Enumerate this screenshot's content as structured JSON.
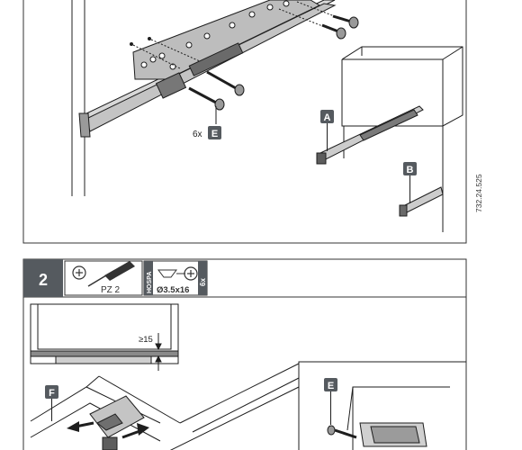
{
  "step1": {
    "label_A": "A",
    "label_B": "B",
    "screw_label_E": "E",
    "screw_count": "6x"
  },
  "document_number": "732.24.525",
  "step2": {
    "step_number": "2",
    "tool_size": "PZ 2",
    "brand_text": "HOSPA",
    "screw_spec": "Ø3.5x16",
    "screw_qty": "6x",
    "clearance_label": "≥15",
    "label_F": "F",
    "label_E": "E"
  },
  "colors": {
    "label_box": "#555a5f",
    "label_text": "#ffffff",
    "line": "#1e1e1e"
  }
}
